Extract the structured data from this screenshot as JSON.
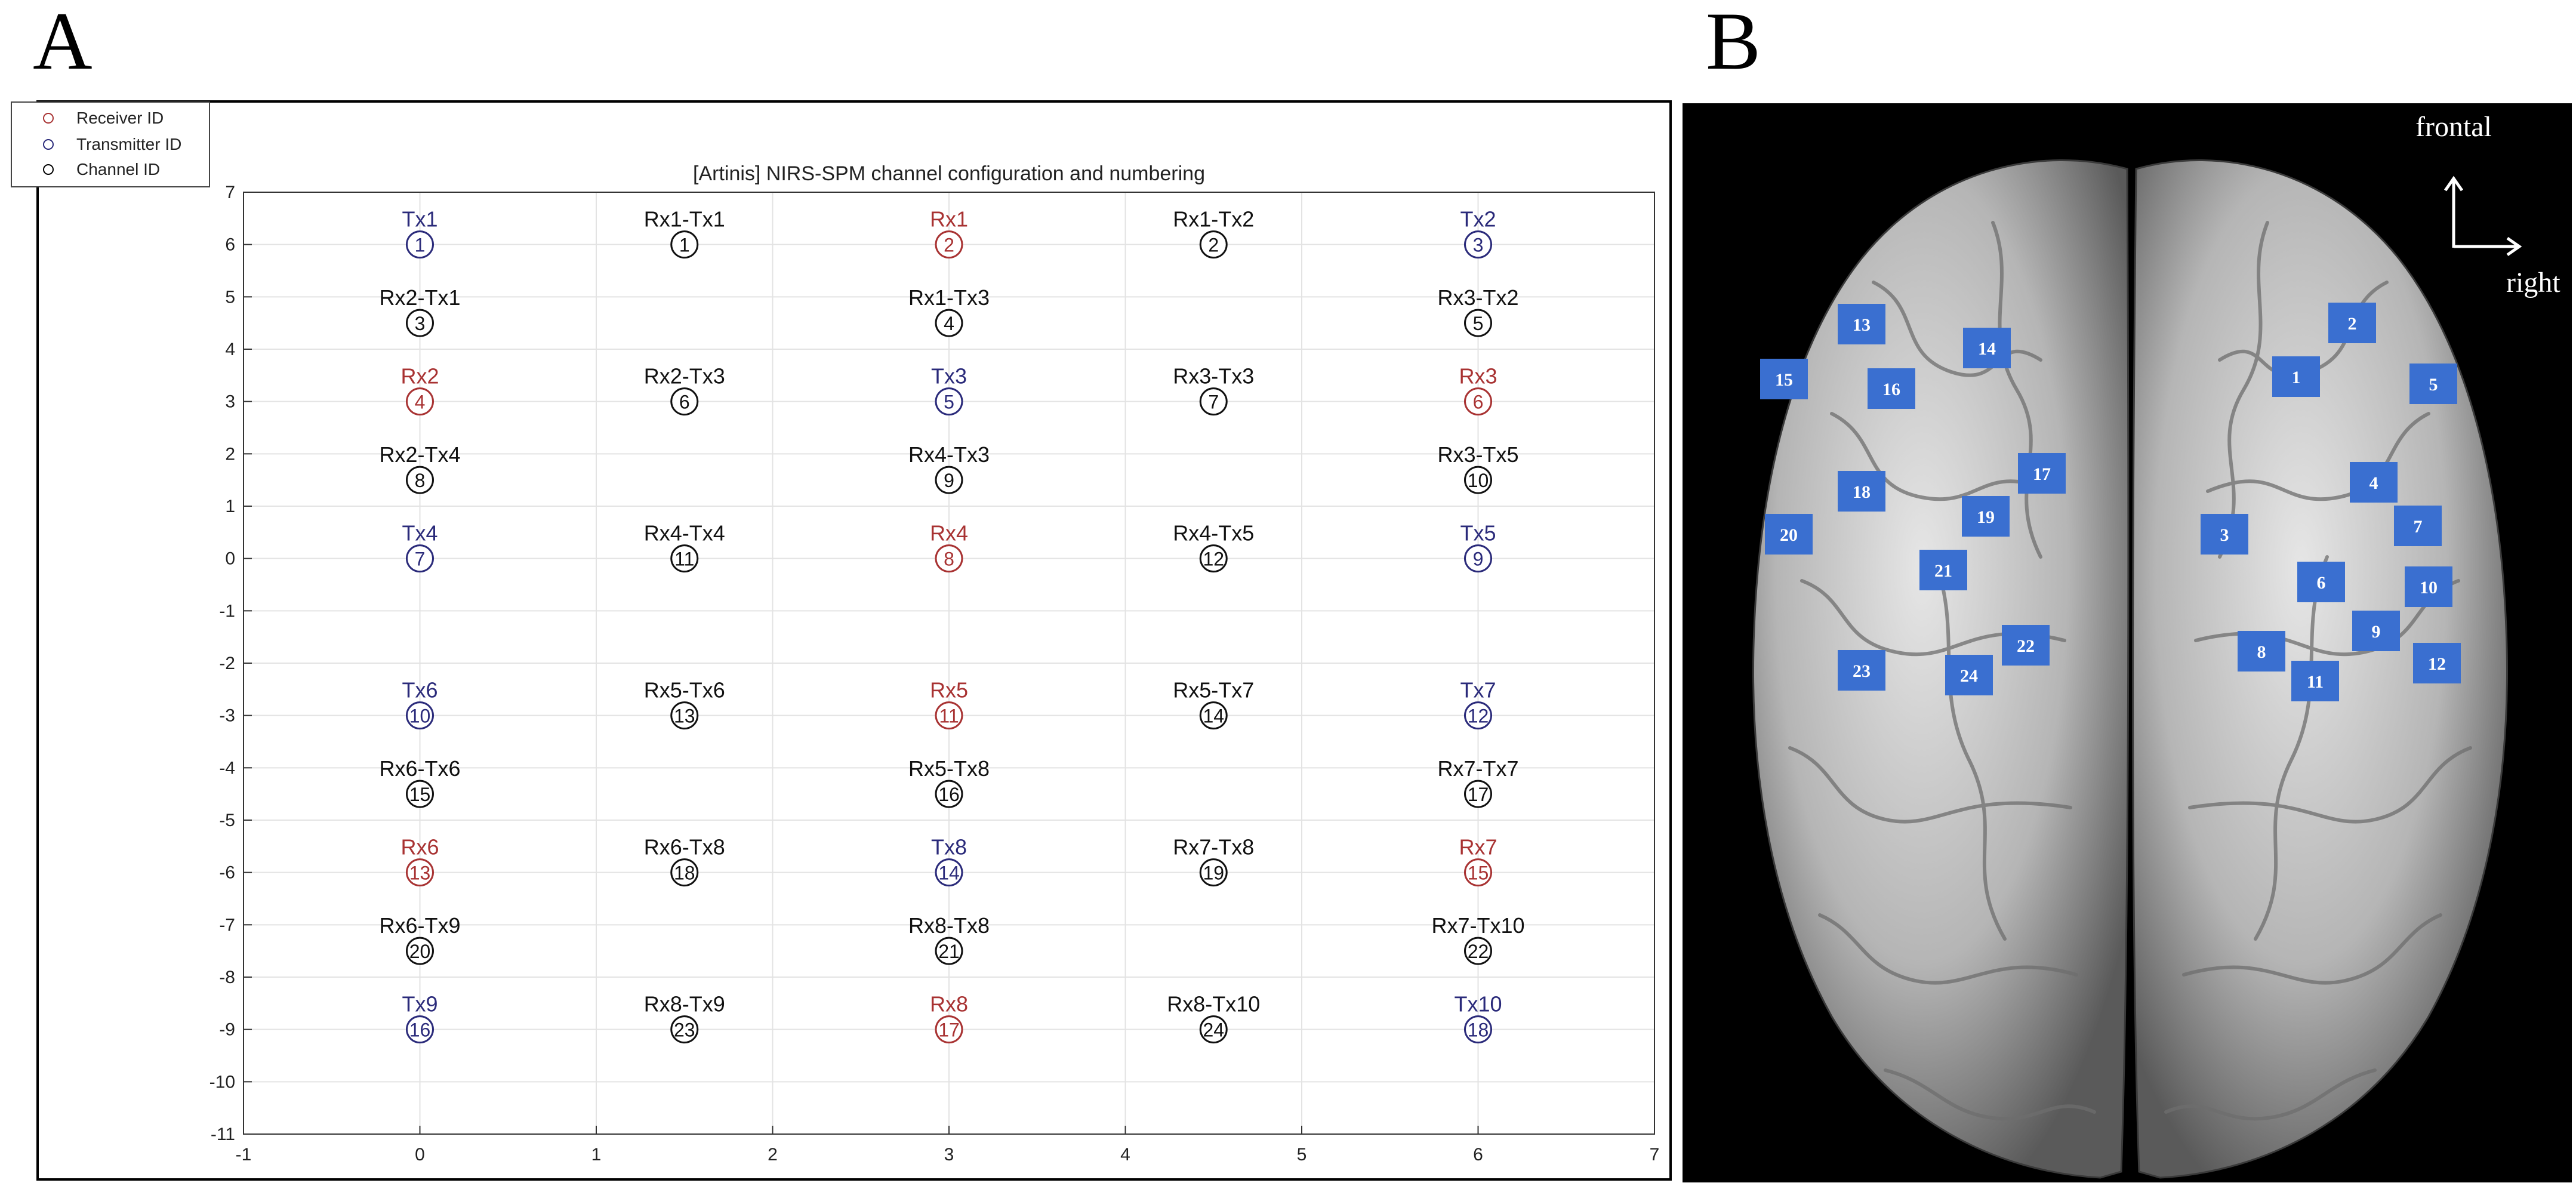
{
  "panels": {
    "a_label": "A",
    "b_label": "B"
  },
  "legend": {
    "items": [
      {
        "label": "Receiver ID",
        "color": "#a83232"
      },
      {
        "label": "Transmitter ID",
        "color": "#2a2a7a"
      },
      {
        "label": "Channel ID",
        "color": "#000000"
      }
    ]
  },
  "chart_data": {
    "type": "scatter",
    "title": "[Artinis] NIRS-SPM channel configuration and numbering",
    "xlabel": "",
    "ylabel": "",
    "xlim": [
      -1,
      7
    ],
    "ylim": [
      -11,
      7
    ],
    "xticks": [
      -1,
      0,
      1,
      2,
      3,
      4,
      5,
      6,
      7
    ],
    "yticks": [
      7,
      6,
      5,
      4,
      3,
      2,
      1,
      0,
      -1,
      -2,
      -3,
      -4,
      -5,
      -6,
      -7,
      -8,
      -9,
      -10,
      -11
    ],
    "grid": true,
    "colors": {
      "receiver": "#a83232",
      "transmitter": "#2a2a7a",
      "channel": "#111111"
    },
    "points": [
      {
        "x": 0,
        "y": 6,
        "label": "Tx1",
        "id": "1",
        "kind": "transmitter"
      },
      {
        "x": 1.5,
        "y": 6,
        "label": "Rx1-Tx1",
        "id": "1",
        "kind": "channel"
      },
      {
        "x": 3,
        "y": 6,
        "label": "Rx1",
        "id": "2",
        "kind": "receiver"
      },
      {
        "x": 4.5,
        "y": 6,
        "label": "Rx1-Tx2",
        "id": "2",
        "kind": "channel"
      },
      {
        "x": 6,
        "y": 6,
        "label": "Tx2",
        "id": "3",
        "kind": "transmitter"
      },
      {
        "x": 0,
        "y": 4.5,
        "label": "Rx2-Tx1",
        "id": "3",
        "kind": "channel"
      },
      {
        "x": 3,
        "y": 4.5,
        "label": "Rx1-Tx3",
        "id": "4",
        "kind": "channel"
      },
      {
        "x": 6,
        "y": 4.5,
        "label": "Rx3-Tx2",
        "id": "5",
        "kind": "channel"
      },
      {
        "x": 0,
        "y": 3,
        "label": "Rx2",
        "id": "4",
        "kind": "receiver"
      },
      {
        "x": 1.5,
        "y": 3,
        "label": "Rx2-Tx3",
        "id": "6",
        "kind": "channel"
      },
      {
        "x": 3,
        "y": 3,
        "label": "Tx3",
        "id": "5",
        "kind": "transmitter"
      },
      {
        "x": 4.5,
        "y": 3,
        "label": "Rx3-Tx3",
        "id": "7",
        "kind": "channel"
      },
      {
        "x": 6,
        "y": 3,
        "label": "Rx3",
        "id": "6",
        "kind": "receiver"
      },
      {
        "x": 0,
        "y": 1.5,
        "label": "Rx2-Tx4",
        "id": "8",
        "kind": "channel"
      },
      {
        "x": 3,
        "y": 1.5,
        "label": "Rx4-Tx3",
        "id": "9",
        "kind": "channel"
      },
      {
        "x": 6,
        "y": 1.5,
        "label": "Rx3-Tx5",
        "id": "10",
        "kind": "channel"
      },
      {
        "x": 0,
        "y": 0,
        "label": "Tx4",
        "id": "7",
        "kind": "transmitter"
      },
      {
        "x": 1.5,
        "y": 0,
        "label": "Rx4-Tx4",
        "id": "11",
        "kind": "channel"
      },
      {
        "x": 3,
        "y": 0,
        "label": "Rx4",
        "id": "8",
        "kind": "receiver"
      },
      {
        "x": 4.5,
        "y": 0,
        "label": "Rx4-Tx5",
        "id": "12",
        "kind": "channel"
      },
      {
        "x": 6,
        "y": 0,
        "label": "Tx5",
        "id": "9",
        "kind": "transmitter"
      },
      {
        "x": 0,
        "y": -3,
        "label": "Tx6",
        "id": "10",
        "kind": "transmitter"
      },
      {
        "x": 1.5,
        "y": -3,
        "label": "Rx5-Tx6",
        "id": "13",
        "kind": "channel"
      },
      {
        "x": 3,
        "y": -3,
        "label": "Rx5",
        "id": "11",
        "kind": "receiver"
      },
      {
        "x": 4.5,
        "y": -3,
        "label": "Rx5-Tx7",
        "id": "14",
        "kind": "channel"
      },
      {
        "x": 6,
        "y": -3,
        "label": "Tx7",
        "id": "12",
        "kind": "transmitter"
      },
      {
        "x": 0,
        "y": -4.5,
        "label": "Rx6-Tx6",
        "id": "15",
        "kind": "channel"
      },
      {
        "x": 3,
        "y": -4.5,
        "label": "Rx5-Tx8",
        "id": "16",
        "kind": "channel"
      },
      {
        "x": 6,
        "y": -4.5,
        "label": "Rx7-Tx7",
        "id": "17",
        "kind": "channel"
      },
      {
        "x": 0,
        "y": -6,
        "label": "Rx6",
        "id": "13",
        "kind": "receiver"
      },
      {
        "x": 1.5,
        "y": -6,
        "label": "Rx6-Tx8",
        "id": "18",
        "kind": "channel"
      },
      {
        "x": 3,
        "y": -6,
        "label": "Tx8",
        "id": "14",
        "kind": "transmitter"
      },
      {
        "x": 4.5,
        "y": -6,
        "label": "Rx7-Tx8",
        "id": "19",
        "kind": "channel"
      },
      {
        "x": 6,
        "y": -6,
        "label": "Rx7",
        "id": "15",
        "kind": "receiver"
      },
      {
        "x": 0,
        "y": -7.5,
        "label": "Rx6-Tx9",
        "id": "20",
        "kind": "channel"
      },
      {
        "x": 3,
        "y": -7.5,
        "label": "Rx8-Tx8",
        "id": "21",
        "kind": "channel"
      },
      {
        "x": 6,
        "y": -7.5,
        "label": "Rx7-Tx10",
        "id": "22",
        "kind": "channel"
      },
      {
        "x": 0,
        "y": -9,
        "label": "Tx9",
        "id": "16",
        "kind": "transmitter"
      },
      {
        "x": 1.5,
        "y": -9,
        "label": "Rx8-Tx9",
        "id": "23",
        "kind": "channel"
      },
      {
        "x": 3,
        "y": -9,
        "label": "Rx8",
        "id": "17",
        "kind": "receiver"
      },
      {
        "x": 4.5,
        "y": -9,
        "label": "Rx8-Tx10",
        "id": "24",
        "kind": "channel"
      },
      {
        "x": 6,
        "y": -9,
        "label": "Tx10",
        "id": "18",
        "kind": "transmitter"
      }
    ]
  },
  "brain": {
    "direction_labels": {
      "frontal": "frontal",
      "right": "right"
    },
    "marker_color": "#3a6fd0",
    "channels": [
      "1",
      "2",
      "3",
      "4",
      "5",
      "6",
      "7",
      "8",
      "9",
      "10",
      "11",
      "12",
      "13",
      "14",
      "15",
      "16",
      "17",
      "18",
      "19",
      "20",
      "21",
      "22",
      "23",
      "24"
    ]
  }
}
